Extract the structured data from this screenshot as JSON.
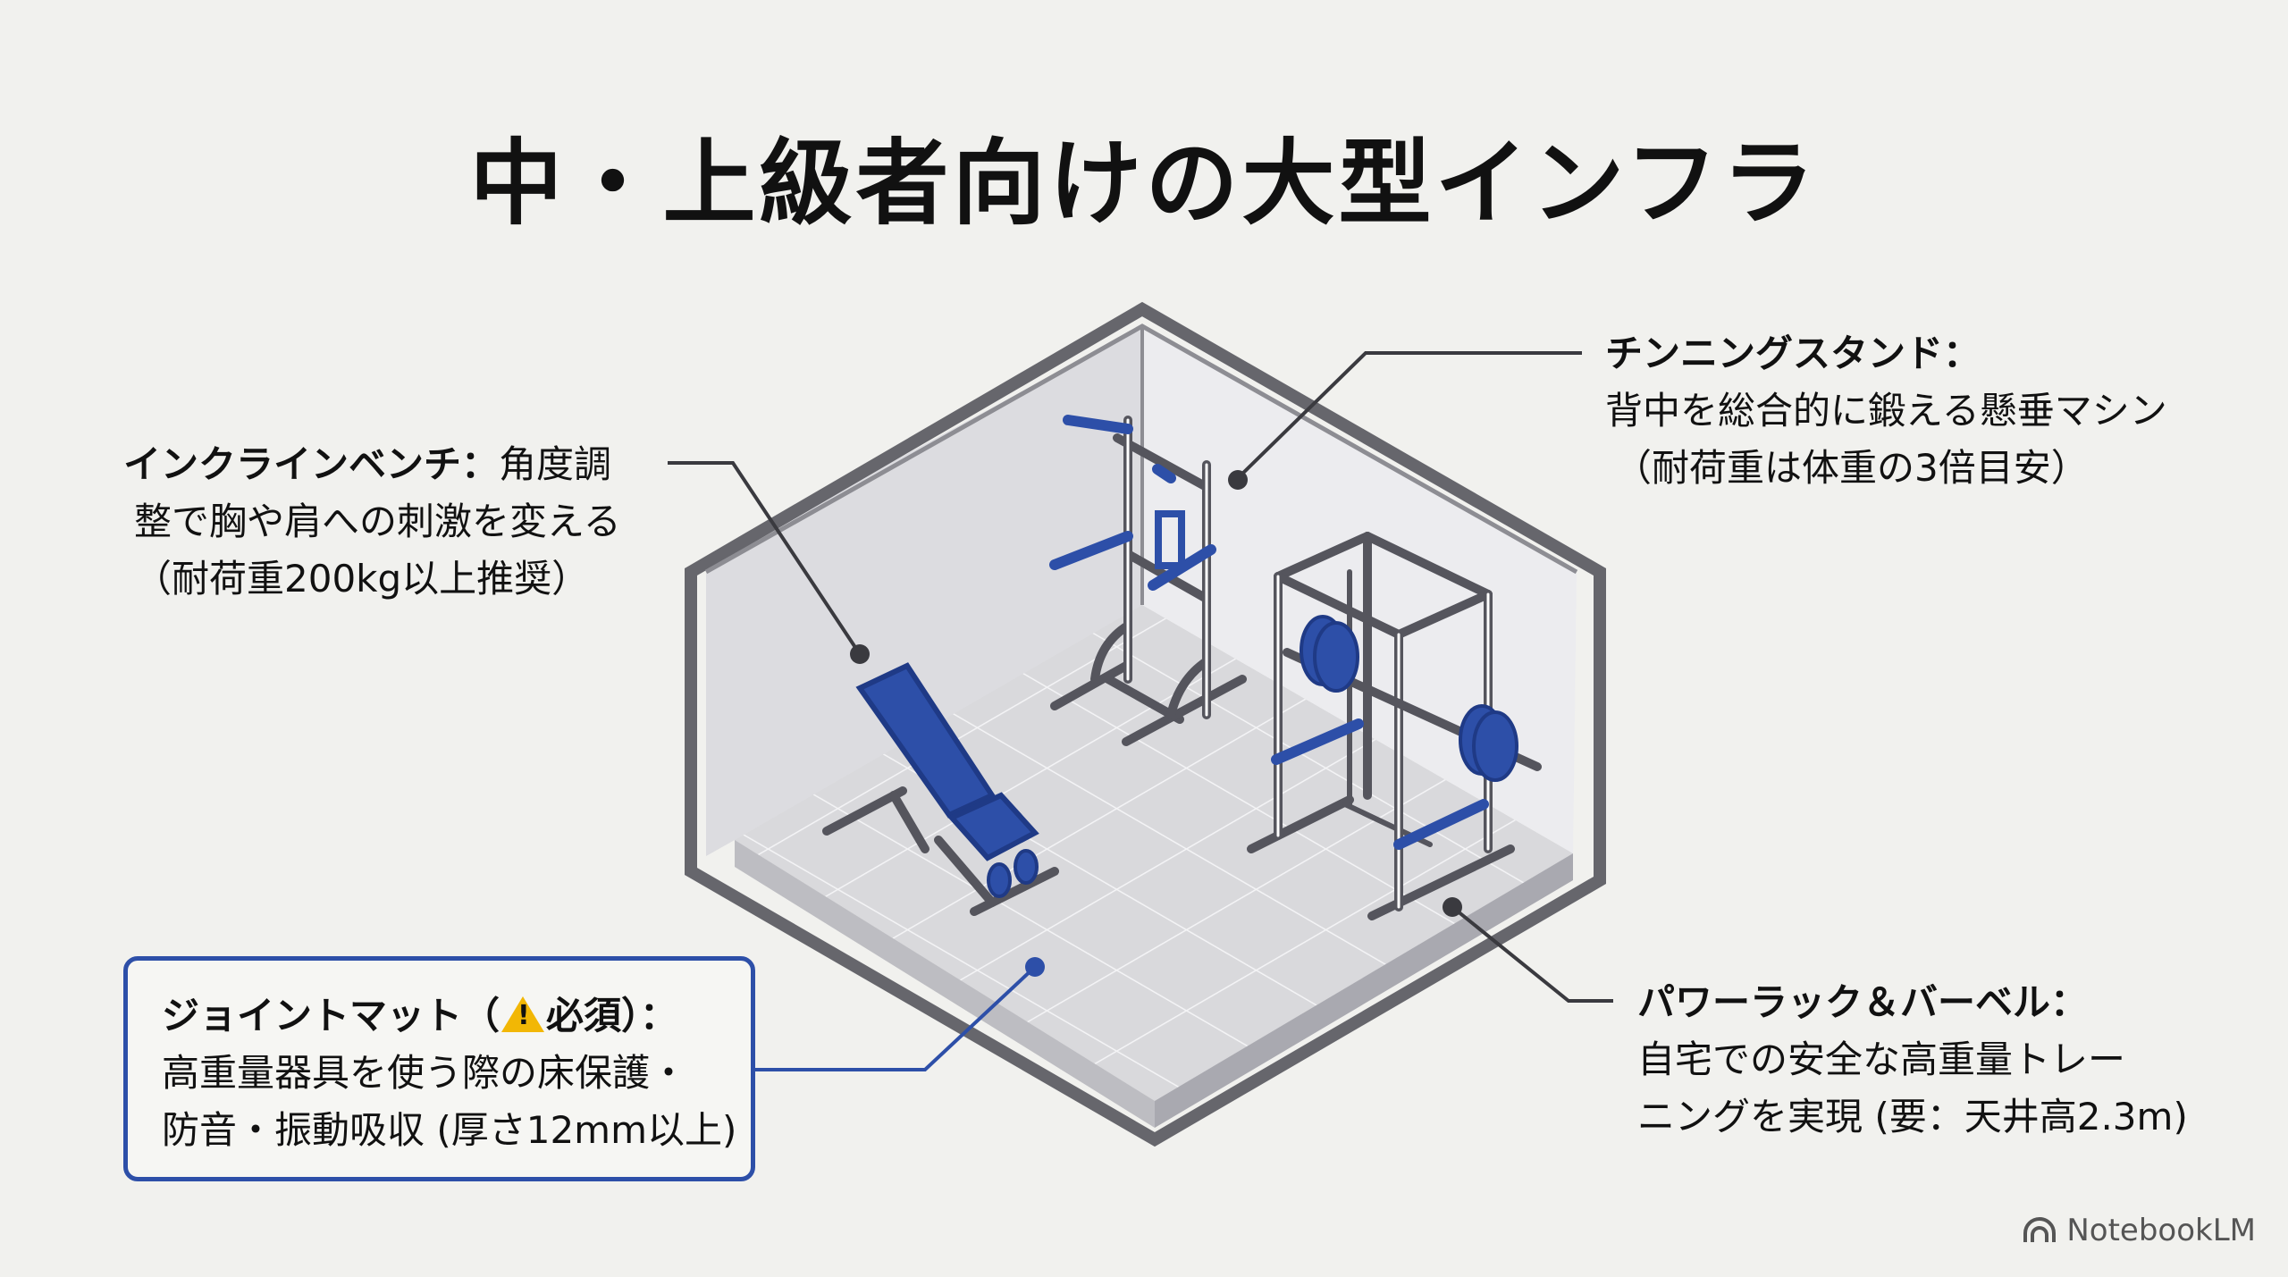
{
  "title": "中・上級者向けの大型インフラ",
  "callouts": {
    "bench": {
      "heading": "インクラインベンチ：",
      "line1_rest": "角度調",
      "line2": "整で胸や肩への刺激を変える",
      "line3": "（耐荷重200kg以上推奨）"
    },
    "chinning": {
      "heading": "チンニングスタンド：",
      "line2": "背中を総合的に鍛える懸垂マシン",
      "line3": "（耐荷重は体重の3倍目安）"
    },
    "mat": {
      "heading_pre": "ジョイントマット（",
      "heading_post": "必須）：",
      "line2": "高重量器具を使う際の床保護・",
      "line3": "防音・振動吸収 (厚さ12mm以上)"
    },
    "rack": {
      "heading": "パワーラック＆バーベル：",
      "line2": "自宅での安全な高重量トレー",
      "line3": "ニングを実現 (要：天井高2.3m)"
    }
  },
  "icons": {
    "warning": "warning-icon",
    "logo": "notebooklm-logo-icon"
  },
  "colors": {
    "accent": "#2d4fa8",
    "frame": "#66666c",
    "wall": "#dcdce0",
    "floor": "#d9d9dc"
  },
  "brand": "NotebookLM"
}
